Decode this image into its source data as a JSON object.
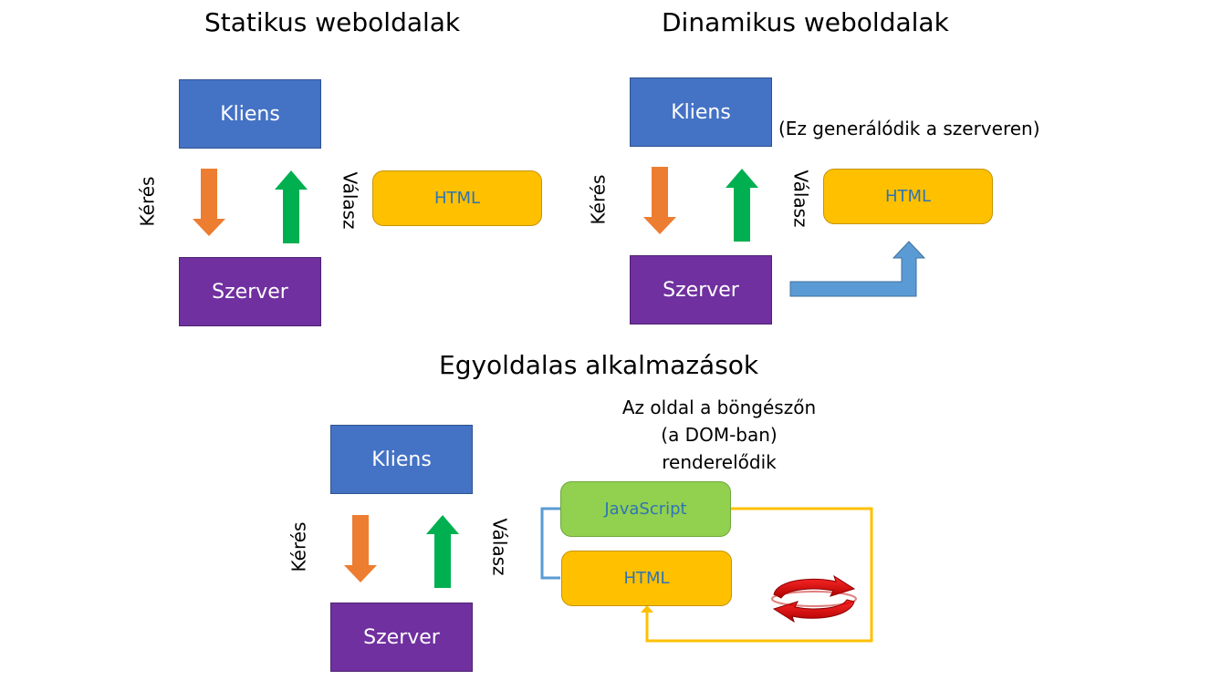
{
  "static_section": {
    "title": "Statikus weboldalak",
    "client_label": "Kliens",
    "server_label": "Szerver",
    "request_label": "Kérés",
    "response_label": "Válasz",
    "html_label": "HTML"
  },
  "dynamic_section": {
    "title": "Dinamikus weboldalak",
    "client_label": "Kliens",
    "server_label": "Szerver",
    "request_label": "Kérés",
    "response_label": "Válasz",
    "html_label": "HTML",
    "note": "(Ez generálódik a szerveren)"
  },
  "spa_section": {
    "title": "Egyoldalas alkalmazások",
    "client_label": "Kliens",
    "server_label": "Szerver",
    "request_label": "Kérés",
    "response_label": "Válasz",
    "javascript_label": "JavaScript",
    "html_label": "HTML",
    "note_lines": [
      "Az oldal a böngészőn",
      "(a DOM-ban)",
      "renderelődik"
    ]
  },
  "colors": {
    "client": "#4472c4",
    "server": "#7030a0",
    "html_box": "#ffc000",
    "javascript_box": "#92d050",
    "request_arrow": "#ed7d31",
    "response_arrow": "#00b050",
    "generate_arrow": "#5b9bd5",
    "loop_line": "#ffc000",
    "cycle_icon": "#e00000"
  }
}
